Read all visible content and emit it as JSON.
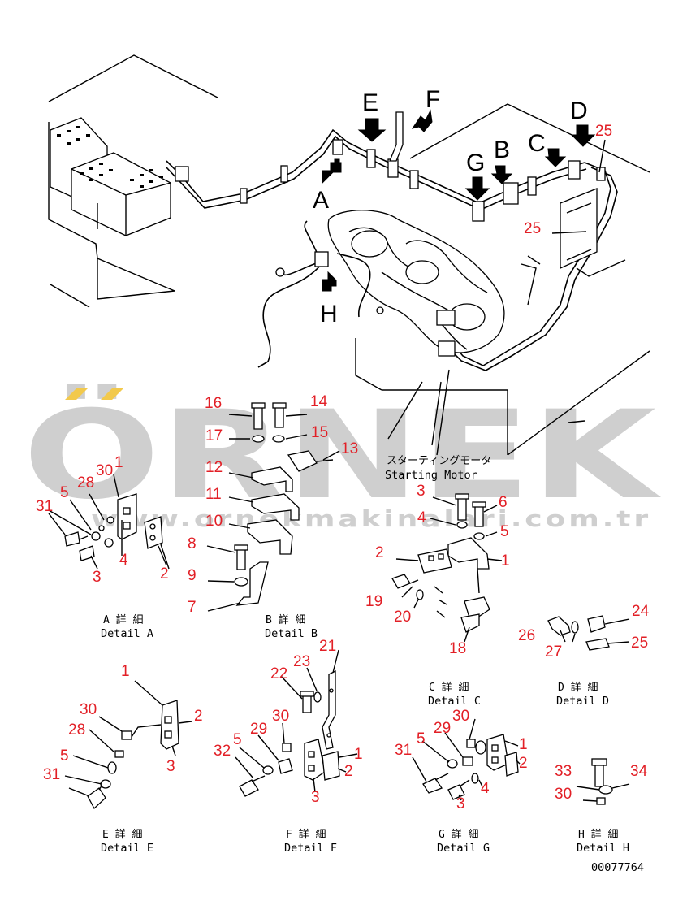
{
  "watermark": {
    "brand": "ÖRNEK",
    "url": "www.ornekmakinalari.com.tr",
    "dots_color": "#f2c94c",
    "color": "#cfcfcf"
  },
  "view_letters": {
    "A": "A",
    "B": "B",
    "C": "C",
    "D": "D",
    "E": "E",
    "F": "F",
    "G": "G",
    "H": "H"
  },
  "main_callouts": {
    "c25a": "25",
    "c25b": "25"
  },
  "starting_motor": {
    "jp": "スターティングモータ",
    "en": "Starting Motor"
  },
  "detail_a": {
    "title_jp": "A 詳 細",
    "title_en": "Detail A",
    "callouts": {
      "c30": "30",
      "c1": "1",
      "c28": "28",
      "c5": "5",
      "c31": "31",
      "c4": "4",
      "c3": "3",
      "c2": "2"
    }
  },
  "detail_b": {
    "title_jp": "B 詳 細",
    "title_en": "Detail B",
    "callouts": {
      "c16": "16",
      "c14": "14",
      "c17": "17",
      "c15": "15",
      "c13": "13",
      "c12": "12",
      "c11": "11",
      "c10": "10",
      "c8": "8",
      "c9": "9",
      "c7": "7"
    }
  },
  "detail_c": {
    "title_jp": "C 詳 細",
    "title_en": "Detail C",
    "callouts": {
      "c3": "3",
      "c6": "6",
      "c4": "4",
      "c5": "5",
      "c2": "2",
      "c1": "1",
      "c19": "19",
      "c20": "20",
      "c18": "18"
    }
  },
  "detail_d": {
    "title_jp": "D 詳 細",
    "title_en": "Detail D",
    "callouts": {
      "c24": "24",
      "c26": "26",
      "c27": "27",
      "c25": "25"
    }
  },
  "detail_e": {
    "title_jp": "E 詳 細",
    "title_en": "Detail E",
    "callouts": {
      "c1": "1",
      "c2": "2",
      "c30": "30",
      "c28": "28",
      "c5": "5",
      "c3": "3",
      "c31": "31"
    }
  },
  "detail_f": {
    "title_jp": "F 詳 細",
    "title_en": "Detail F",
    "callouts": {
      "c21": "21",
      "c22": "22",
      "c23": "23",
      "c30": "30",
      "c5": "5",
      "c29": "29",
      "c32": "32",
      "c1": "1",
      "c2": "2",
      "c3": "3"
    }
  },
  "detail_g": {
    "title_jp": "G 詳 細",
    "title_en": "Detail G",
    "callouts": {
      "c30": "30",
      "c29": "29",
      "c5": "5",
      "c31": "31",
      "c1": "1",
      "c2": "2",
      "c4": "4",
      "c3": "3"
    }
  },
  "detail_h": {
    "title_jp": "H 詳 細",
    "title_en": "Detail H",
    "callouts": {
      "c33": "33",
      "c34": "34",
      "c30": "30"
    }
  },
  "drawing_number": "00077764"
}
